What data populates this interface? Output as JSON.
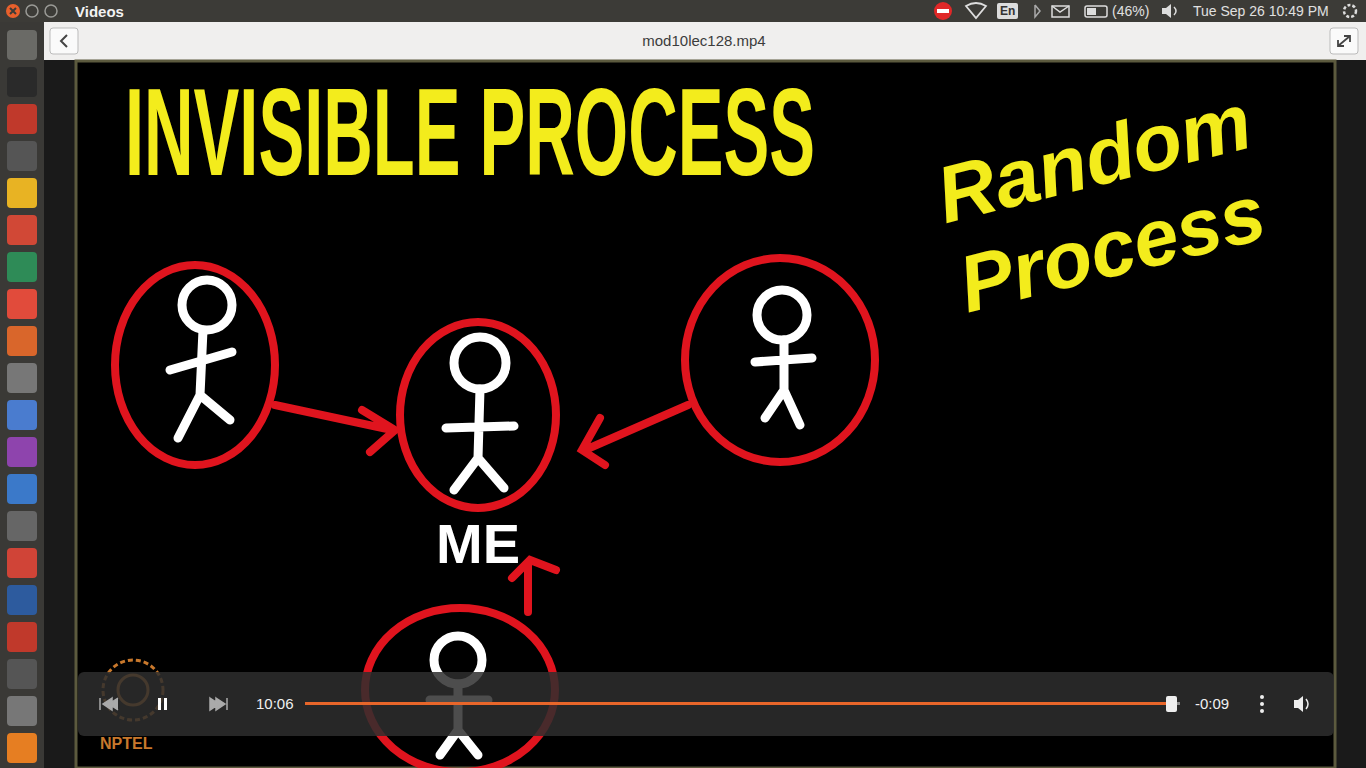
{
  "diagram": {
    "title": "INVISIBLE PROCESS",
    "nodes": [
      {
        "text": [
          "ME"
        ]
      }
    ],
    "labels": [
      "Random Process",
      "Videos",
      "mod10lec128.mp4",
      "En",
      "(46%)",
      "Tue Sep 26 10:49 PM",
      "10:06",
      "-0:09",
      "NPTEL"
    ]
  }
}
